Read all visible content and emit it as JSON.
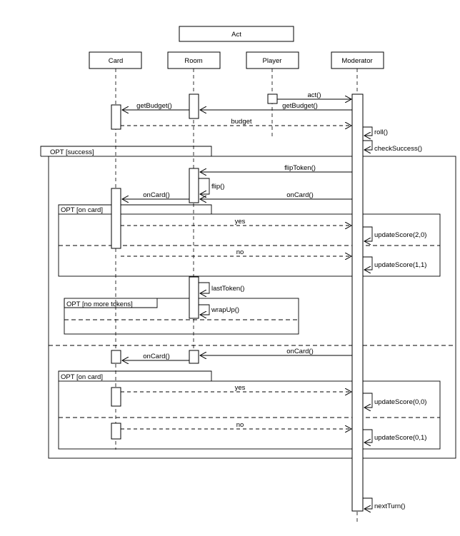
{
  "title": "Act",
  "participants": [
    {
      "id": "card",
      "label": "Card"
    },
    {
      "id": "room",
      "label": "Room"
    },
    {
      "id": "player",
      "label": "Player"
    },
    {
      "id": "moderator",
      "label": "Moderator"
    }
  ],
  "fragments": {
    "success": "OPT  [success]",
    "on_card_1": "OPT [on card]",
    "no_more_tokens": "OPT [no more tokens]",
    "on_card_2": "OPT [on card]"
  },
  "messages": {
    "act": "act()",
    "get_budget_player": "getBudget()",
    "get_budget_room": "getBudget()",
    "budget": "budget",
    "roll": "roll()",
    "check_success": "checkSuccess()",
    "flip_token": "flipToken()",
    "flip": "flip()",
    "on_card_room": "onCard()",
    "on_card_mod": "onCard()",
    "yes_1": "yes",
    "update_score_20": "updateScore(2,0)",
    "no_1": "no",
    "update_score_11": "updateScore(1,1)",
    "last_token": "lastToken()",
    "wrap_up": "wrapUp()",
    "on_card_mod_2": "onCard()",
    "on_card_room_2": "onCard()",
    "yes_2": "yes",
    "update_score_00": "updateScore(0,0)",
    "no_2": "no",
    "update_score_01": "updateScore(0,1)",
    "next_turn": "nextTurn()"
  }
}
